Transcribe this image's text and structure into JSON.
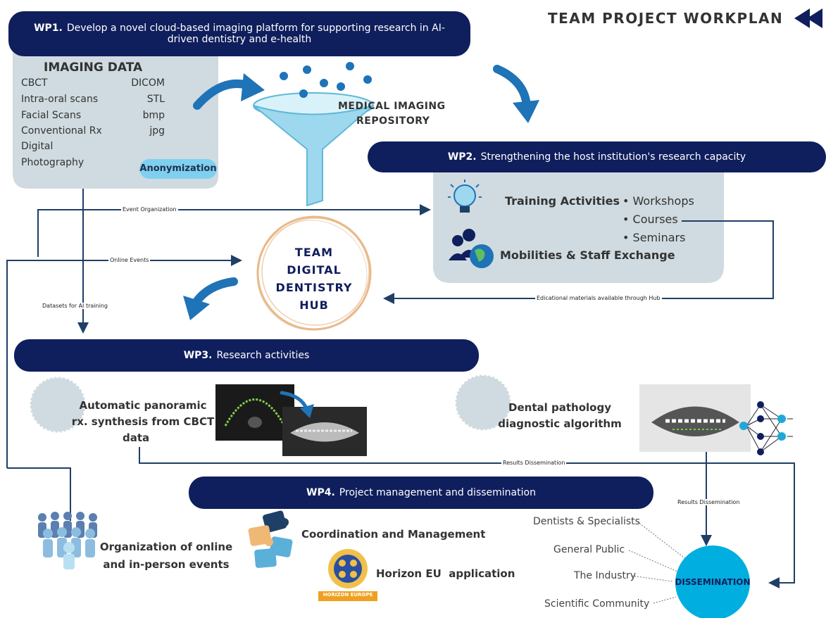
{
  "header": {
    "title": "TEAM PROJECT WORKPLAN"
  },
  "wp1": {
    "label": "WP1.",
    "text": "Develop a novel cloud-based imaging platform for supporting research in AI-driven dentistry and e-health"
  },
  "imaging": {
    "title": "IMAGING DATA",
    "rows": [
      {
        "name": "CBCT",
        "ext": "DICOM"
      },
      {
        "name": "Intra-oral scans",
        "ext": "STL"
      },
      {
        "name": "Facial Scans",
        "ext": "bmp"
      },
      {
        "name": "Conventional Rx",
        "ext": "jpg"
      },
      {
        "name": "Digital",
        "ext": ""
      },
      {
        "name": "Photography",
        "ext": ""
      }
    ],
    "anonymization": "Anonymization"
  },
  "repository": {
    "line1": "MEDICAL IMAGING",
    "line2": "REPOSITORY"
  },
  "wp2": {
    "label": "WP2.",
    "text": "Strengthening the host institution's research capacity",
    "training": "Training Activities",
    "items": [
      "Workshops",
      "Courses",
      "Seminars"
    ],
    "mobility": "Mobilities & Staff Exchange"
  },
  "hub": {
    "lines": [
      "TEAM",
      "DIGITAL",
      "DENTISTRY",
      "HUB"
    ]
  },
  "flows": {
    "event_org": "Event Organization",
    "online_events": "Online Events",
    "datasets": "Datasets for AI training",
    "edu": "Edicational materials available through Hub",
    "results1": "Results Dissemination",
    "results2": "Results Dissemination"
  },
  "wp3": {
    "label": "WP3.",
    "text": "Research activities",
    "task1": [
      "Automatic panoramic",
      "rx. synthesis from CBCT",
      "data"
    ],
    "task2": [
      "Dental pathology",
      "diagnostic algorithm"
    ]
  },
  "wp4": {
    "label": "WP4.",
    "text": "Project management and dissemination",
    "events": [
      "Organization of online",
      "and in-person events"
    ],
    "coordination": "Coordination and Management",
    "horizon": "Horizon EU  application",
    "horizon_badge": "HORIZON EUROPE"
  },
  "dissemination": {
    "title": "DISSEMINATION",
    "targets": [
      "Dentists & Specialists",
      "General Public",
      "The Industry",
      "Scientific Community"
    ]
  },
  "colors": {
    "navy": "#0f1e5c",
    "grey_panel": "#cfdbe0",
    "cyan": "#00aee0",
    "arrow_blue": "#1f73b7"
  }
}
